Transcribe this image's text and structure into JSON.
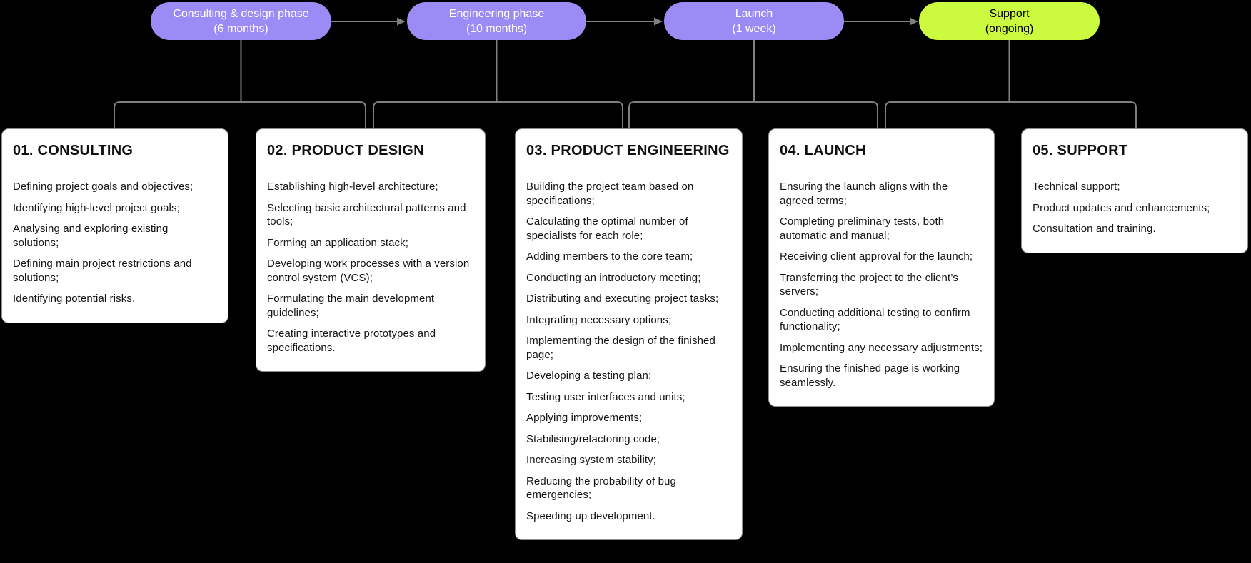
{
  "colors": {
    "canvas_bg": "#000000",
    "phase_purple": "#9b8bf4",
    "phase_lime": "#ccfa3f",
    "connector_gray": "#7f7f7f",
    "card_bg": "#ffffff",
    "card_border": "#8f8f8f",
    "pill_text_light": "#ffffff",
    "text_dark": "#141414"
  },
  "phases": [
    {
      "name": "Consulting & design phase",
      "duration": "(6 months)"
    },
    {
      "name": "Engineering phase",
      "duration": "(10 months)"
    },
    {
      "name": "Launch",
      "duration": "(1 week)"
    },
    {
      "name": "Support",
      "duration": "(ongoing)"
    }
  ],
  "cards": [
    {
      "title": "01. CONSULTING",
      "items": [
        "Defining project goals and objectives;",
        "Identifying high-level project goals;",
        "Analysing and exploring existing solutions;",
        "Defining main project restrictions and solutions;",
        "Identifying potential risks."
      ]
    },
    {
      "title": "02. PRODUCT DESIGN",
      "items": [
        "Establishing high-level architecture;",
        "Selecting basic architectural patterns and tools;",
        "Forming an application stack;",
        "Developing work processes with a version control system (VCS);",
        "Formulating the main development guidelines;",
        "Creating interactive prototypes and specifications."
      ]
    },
    {
      "title": "03. PRODUCT ENGINEERING",
      "items": [
        "Building the project team based on specifications;",
        "Calculating the optimal number of specialists for each role;",
        "Adding members to the core team;",
        "Conducting an introductory meeting;",
        "Distributing and executing project tasks;",
        "Integrating necessary options;",
        "Implementing the design of the finished page;",
        "Developing a testing plan;",
        "Testing user interfaces and units;",
        "Applying improvements;",
        "Stabilising/refactoring code;",
        "Increasing system stability;",
        "Reducing the probability of bug emergencies;",
        "Speeding up development."
      ]
    },
    {
      "title": "04. LAUNCH",
      "items": [
        "Ensuring the launch aligns with the agreed terms;",
        "Completing preliminary tests, both automatic and manual;",
        "Receiving client approval for the launch;",
        "Transferring the project to the client’s servers;",
        "Conducting additional testing to confirm functionality;",
        "Implementing any necessary adjustments;",
        "Ensuring the finished page is working seamlessly."
      ]
    },
    {
      "title": "05. SUPPORT",
      "items": [
        "Technical support;",
        "Product updates and enhancements;",
        "Consultation and training."
      ]
    }
  ]
}
